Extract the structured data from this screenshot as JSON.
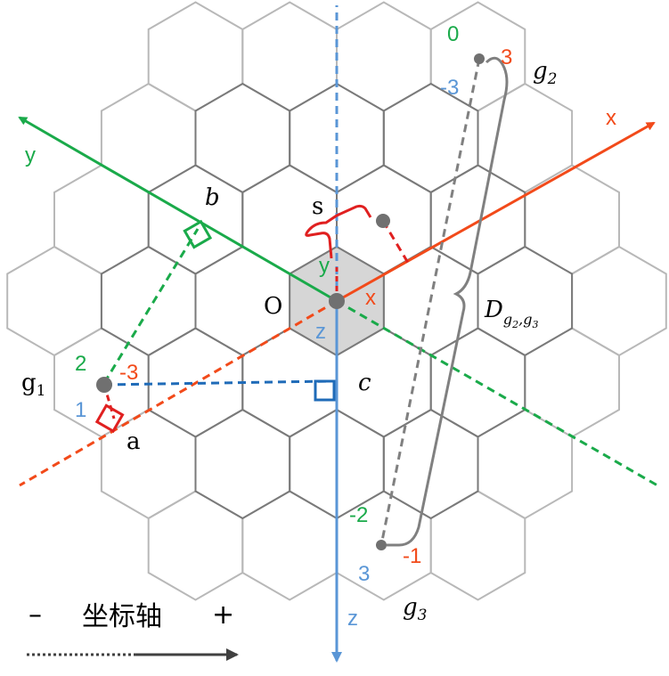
{
  "colors": {
    "x_axis": "#f24a1a",
    "y_axis": "#1aaa4a",
    "z_axis": "#5a96d6",
    "hex_outer": "#b8b8b8",
    "hex_inner": "#7a7a7a",
    "center_fill": "#d6d6d6",
    "perp_blue": "#1f6bb8",
    "perp_red": "#e02020",
    "point": "#707070",
    "bracket": "#808080",
    "text": "#000000"
  },
  "labels": {
    "axis_x": "x",
    "axis_y": "y",
    "axis_z": "z",
    "origin": "O",
    "origin_x": "x",
    "origin_y": "y",
    "origin_z": "z",
    "s": "s",
    "a": "a",
    "b": "b",
    "c": "c",
    "g1": "g",
    "g1_sub": "1",
    "g2": "g",
    "g2_sub": "2",
    "g3": "g",
    "g3_sub": "3",
    "g1_coord_y": "2",
    "g1_coord_x": "-3",
    "g1_coord_z": "1",
    "g2_coord_y": "0",
    "g2_coord_x": "3",
    "g2_coord_z": "-3",
    "g3_coord_y": "-2",
    "g3_coord_x": "-1",
    "g3_coord_z": "3",
    "dist_main": "D",
    "dist_sub": "g",
    "dist_sub2": "2",
    "dist_comma": ",",
    "dist_sub3": "g",
    "dist_sub4": "3"
  },
  "legend": {
    "minus": "–",
    "text": "坐标轴",
    "plus": "+"
  }
}
